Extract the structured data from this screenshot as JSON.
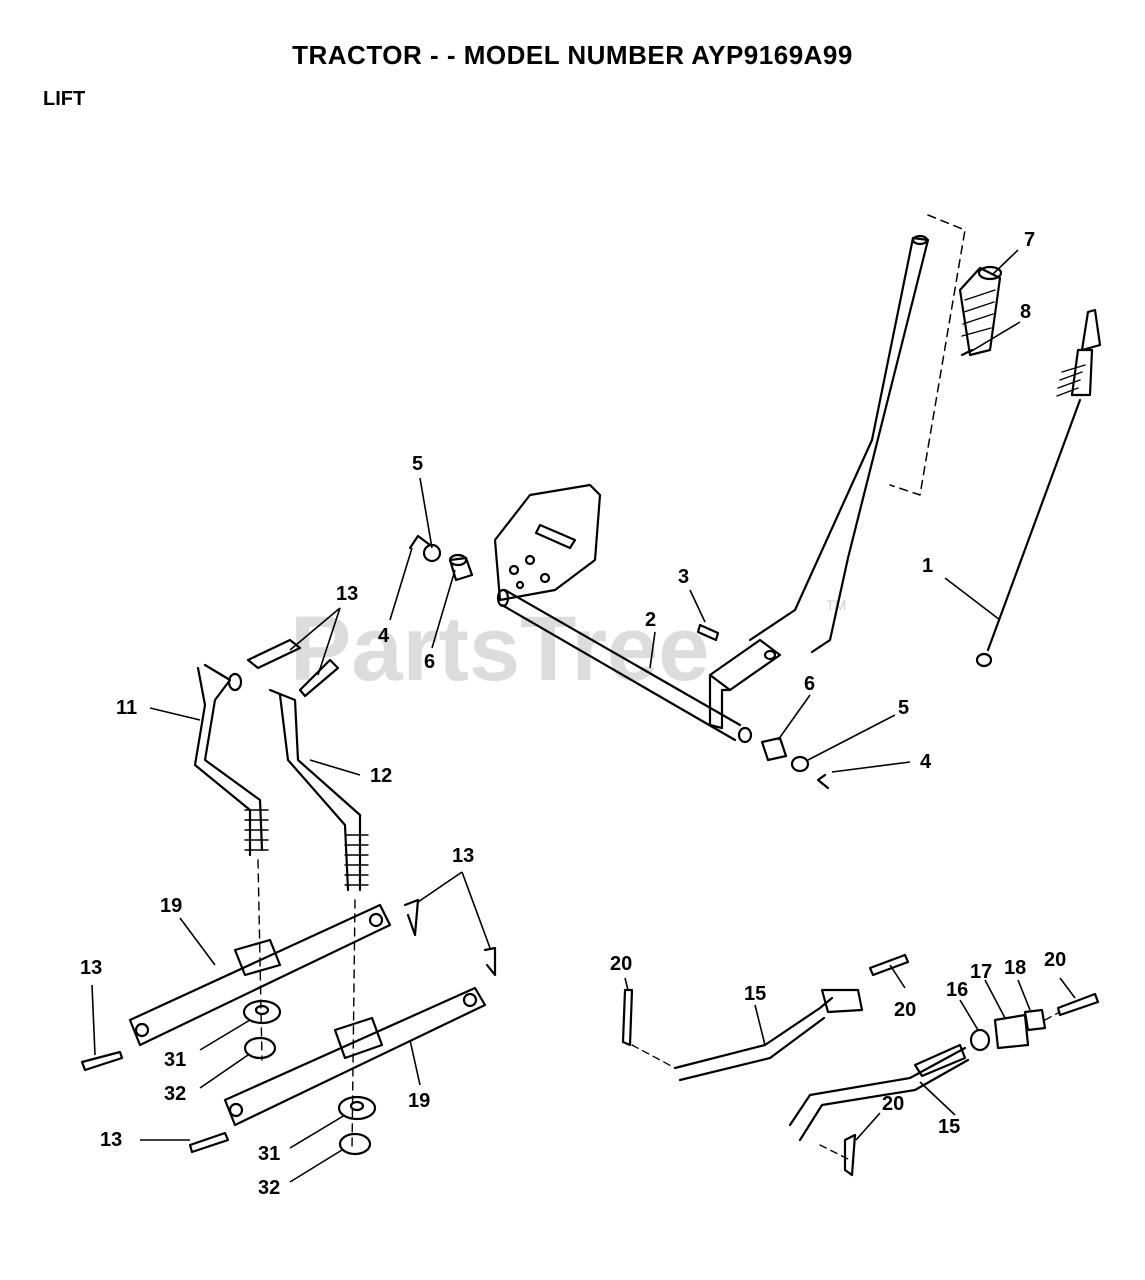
{
  "header": {
    "title": "TRACTOR - - MODEL NUMBER AYP9169A99",
    "section": "LIFT"
  },
  "watermark": {
    "text": "PartsTree",
    "trademark": "TM"
  },
  "callouts": [
    "7",
    "8",
    "5",
    "13",
    "3",
    "2",
    "4",
    "6",
    "1",
    "6",
    "5",
    "11",
    "4",
    "12",
    "13",
    "19",
    "13",
    "20",
    "15",
    "17",
    "18",
    "20",
    "16",
    "20",
    "31",
    "32",
    "19",
    "20",
    "15",
    "13",
    "31",
    "32"
  ],
  "colors": {
    "line": "#000000",
    "watermark": "#dcdcdc",
    "background": "#ffffff"
  }
}
